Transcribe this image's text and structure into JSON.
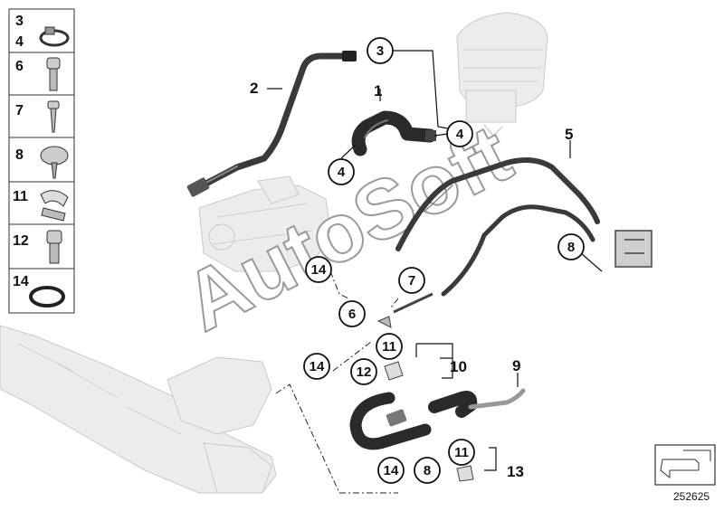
{
  "legend_panel": {
    "rows": [
      {
        "nums": [
          "3",
          "4"
        ],
        "icon": "hose-clamp-icon"
      },
      {
        "nums": [
          "6"
        ],
        "icon": "socket-bolt-icon"
      },
      {
        "nums": [
          "7"
        ],
        "icon": "screw-icon"
      },
      {
        "nums": [
          "8"
        ],
        "icon": "torx-flange-screw-icon"
      },
      {
        "nums": [
          "11"
        ],
        "icon": "hose-clip-icon"
      },
      {
        "nums": [
          "12"
        ],
        "icon": "allen-bolt-icon"
      },
      {
        "nums": [
          "14"
        ],
        "icon": "o-ring-icon"
      }
    ]
  },
  "part_labels": {
    "p1": "1",
    "p2": "2",
    "p5": "5",
    "p9": "9",
    "p10": "10",
    "p13": "13"
  },
  "callouts": {
    "c3": "3",
    "c4a": "4",
    "c4b": "4",
    "c8a": "8",
    "c14a": "14",
    "c6": "6",
    "c7": "7",
    "c11a": "11",
    "c12": "12",
    "c14b": "14",
    "c14c": "14",
    "c8b": "8",
    "c11b": "11"
  },
  "watermark": "AutoSoft",
  "diagram_number": "252625",
  "colors": {
    "hose": "#3a3a3a",
    "hose_highlight": "#8a8a8a",
    "ghost": "#ececec",
    "line": "#111111"
  }
}
